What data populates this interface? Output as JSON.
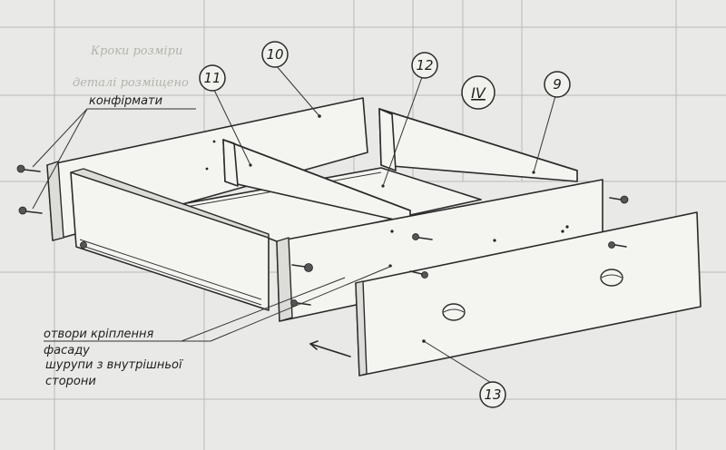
{
  "callouts": {
    "c9": "9",
    "c10": "10",
    "c11": "11",
    "c12": "12",
    "c13": "13",
    "roman": "IV"
  },
  "notes": {
    "confirmats": "конфірмати",
    "holes_line1": "отвори кріплення",
    "holes_line2": "фасаду",
    "screws_line1": "шурупи з внутрішньої",
    "screws_line2": "сторони"
  },
  "background_grid_text": {
    "row1": "Кроки розміри",
    "row2": "деталі розміщено"
  },
  "colors": {
    "paper": "#e9e9e7",
    "ink": "#2b2b2b"
  }
}
